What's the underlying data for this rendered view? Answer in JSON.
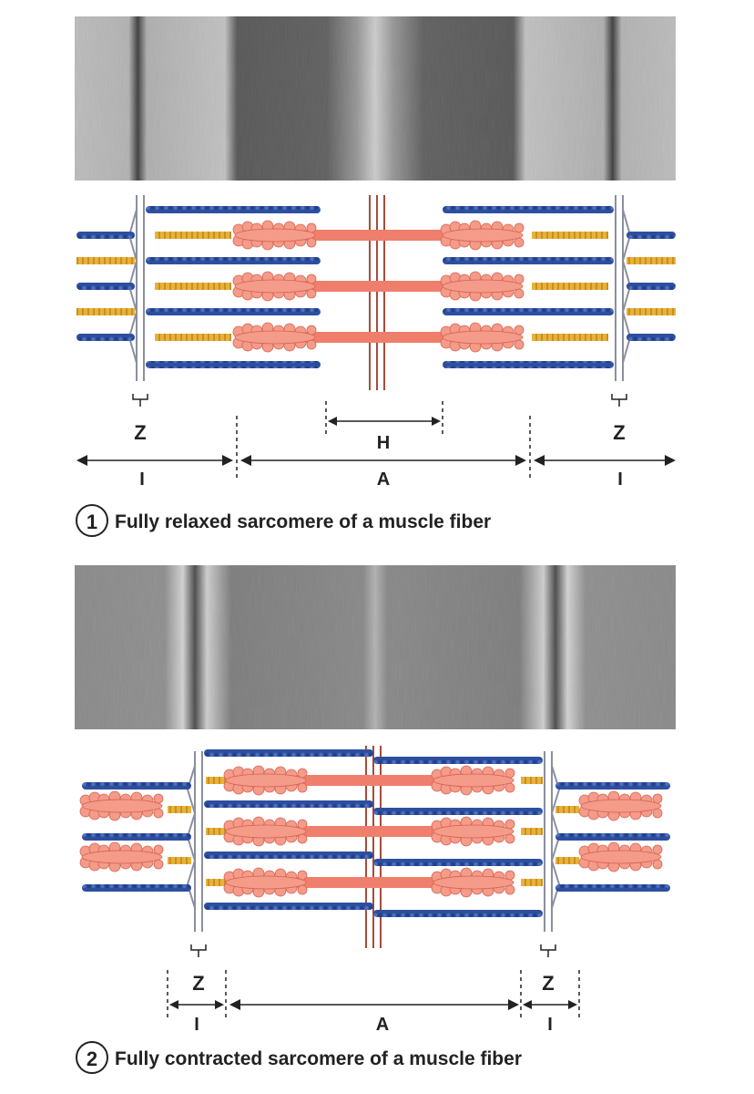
{
  "panels": [
    {
      "number": "1",
      "caption": "Fully relaxed sarcomere of a muscle fiber",
      "z_label": "Z",
      "h_label": "H",
      "a_label": "A",
      "i_label": "I"
    },
    {
      "number": "2",
      "caption": "Fully contracted sarcomere of a muscle fiber",
      "z_label": "Z",
      "a_label": "A",
      "i_label": "I"
    }
  ],
  "colors": {
    "actin": "#2d4f9e",
    "myosin": "#ef7f6c",
    "myosin_head": "#f49b8a",
    "titin": "#e8b23a",
    "z_disc": "#8a8fa0",
    "m_line": "#a84b3a"
  }
}
